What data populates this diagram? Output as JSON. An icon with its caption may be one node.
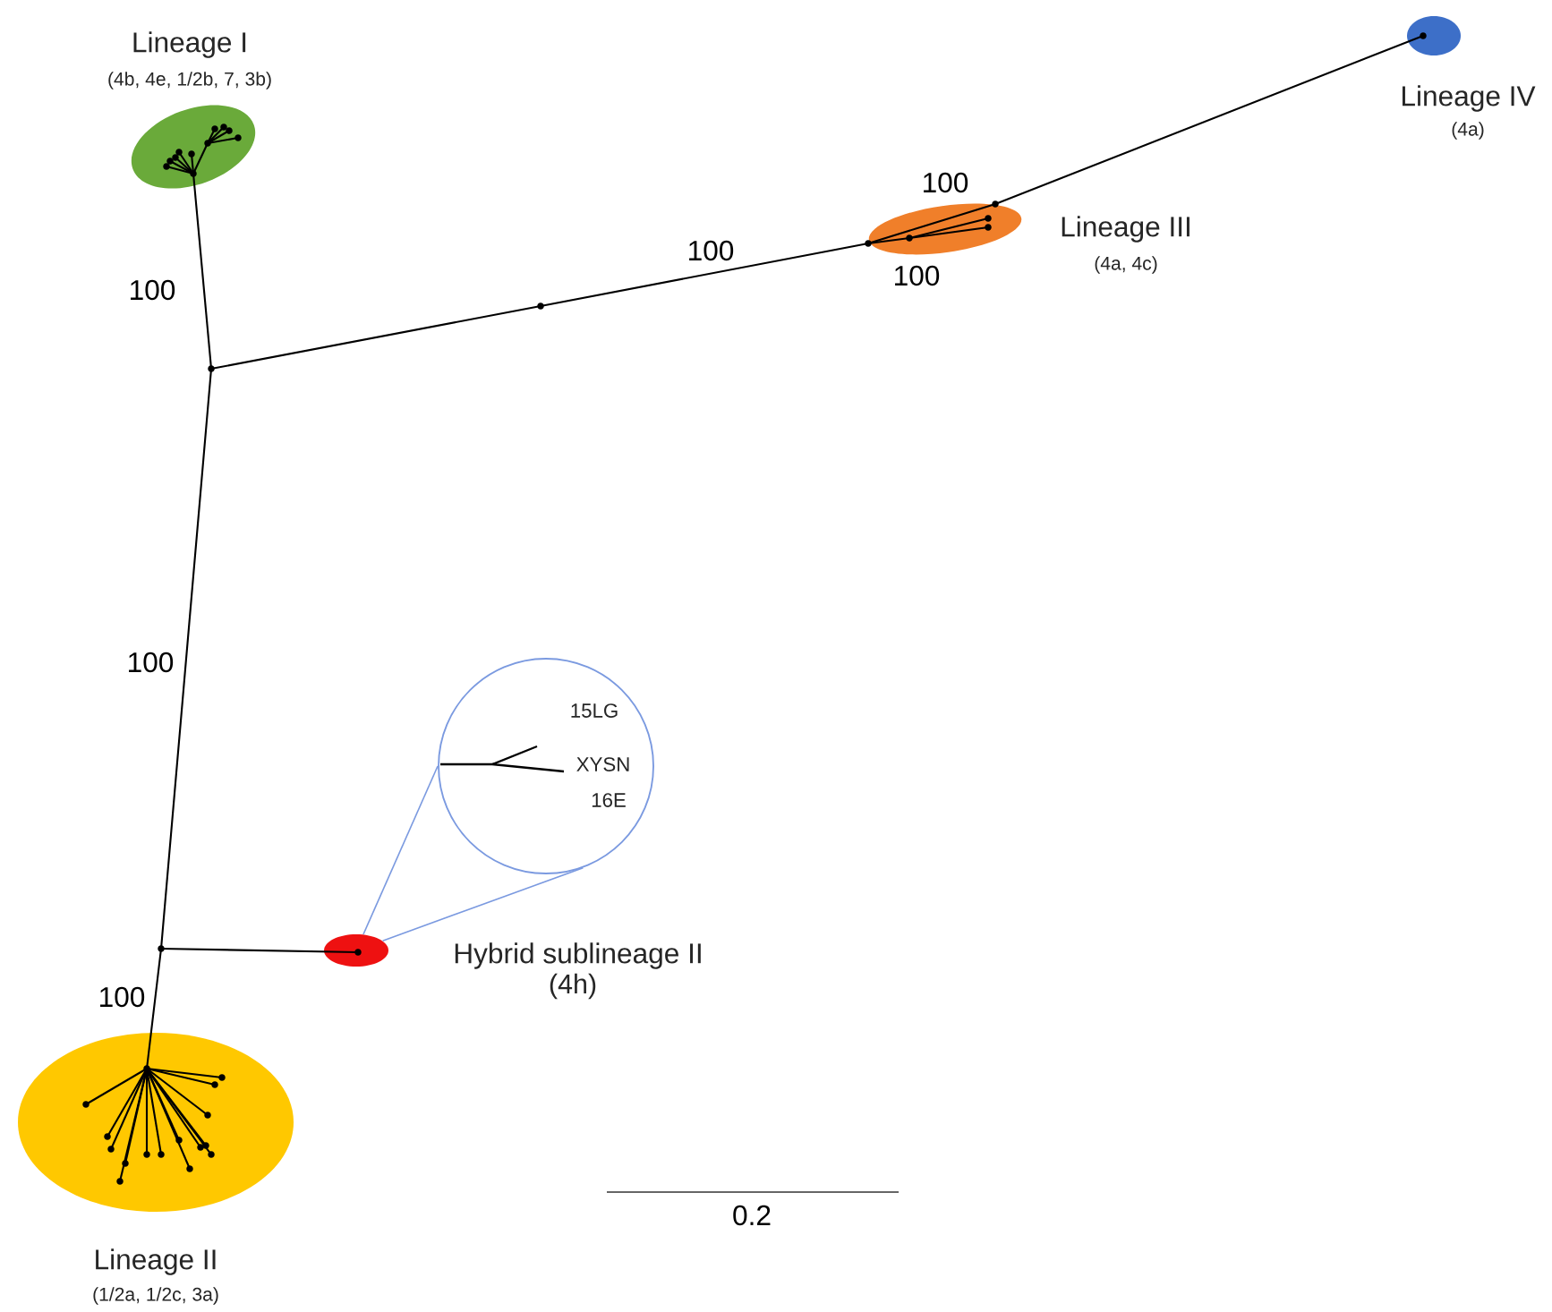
{
  "diagram": {
    "nodes": [
      {
        "text": [
          "Lineage I",
          "(4b, 4e, 1/2b, 7, 3b)"
        ]
      },
      {
        "text": [
          "Lineage IV",
          "(4a)"
        ]
      },
      {
        "text": [
          "Lineage III",
          "(4a, 4c)"
        ]
      },
      {
        "text": [
          "15LG",
          "XYSN",
          "16E"
        ]
      },
      {
        "text": [
          "Hybrid sublineage II",
          "(4h)"
        ]
      },
      {
        "text": [
          "Lineage II",
          "(1/2a, 1/2c, 3a)"
        ]
      }
    ],
    "edges": [
      {
        "from": 3,
        "to": 4,
        "arrow": "none",
        "color": "#7b9ae0"
      },
      {
        "from": 3,
        "to": 4,
        "arrow": "none",
        "color": "#7b9ae0"
      }
    ],
    "labels": [
      "100",
      "100",
      "100",
      "100",
      "100",
      "100",
      "0.2"
    ]
  }
}
